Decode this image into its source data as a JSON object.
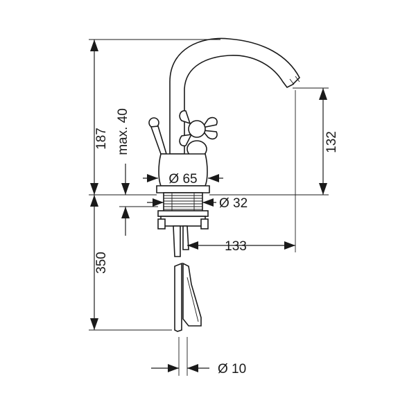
{
  "dimensions": {
    "total_height_above_deck": "187",
    "max_deck_thickness": "max. 40",
    "spout_outlet_height": "132",
    "base_diameter": "Ø 65",
    "shank_diameter": "Ø 32",
    "spout_reach": "133",
    "connection_length": "350",
    "pipe_diameter": "Ø 10"
  }
}
